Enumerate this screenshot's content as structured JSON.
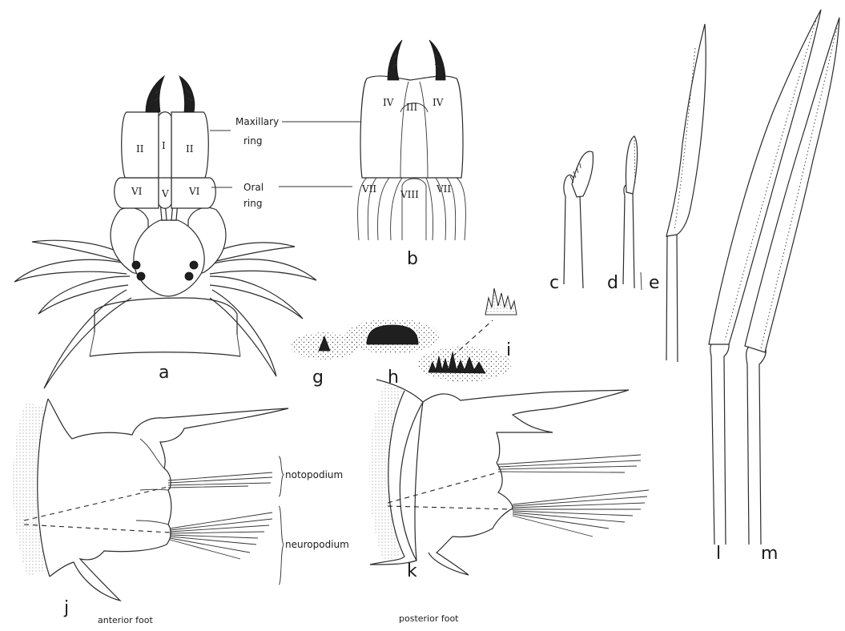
{
  "panel_letters": {
    "a": "a",
    "b": "b",
    "c": "c",
    "d": "d",
    "e": "e",
    "g": "g",
    "h": "h",
    "i": "i",
    "j": "j",
    "k": "k",
    "l": "l",
    "m": "m"
  },
  "roman_numerals": {
    "a_left_maxilla": "II",
    "a_center_maxilla": "I",
    "a_right_maxilla": "II",
    "a_left_oral": "VI",
    "a_center_oral": "V",
    "a_right_oral": "VI",
    "b_left_maxilla": "IV",
    "b_center_maxilla": "III",
    "b_right_maxilla": "IV",
    "b_left_oral": "VII",
    "b_center_oral": "VIII",
    "b_right_oral": "VII"
  },
  "labels": {
    "maxillary_line1": "Maxillary",
    "maxillary_line2": "ring",
    "oral_line1": "Oral",
    "oral_line2": "ring",
    "notopodium": "notopodium",
    "neuropodium": "neuropodium"
  },
  "captions": {
    "anterior_foot": "anterior foot",
    "posterior_foot": "posterior foot"
  }
}
